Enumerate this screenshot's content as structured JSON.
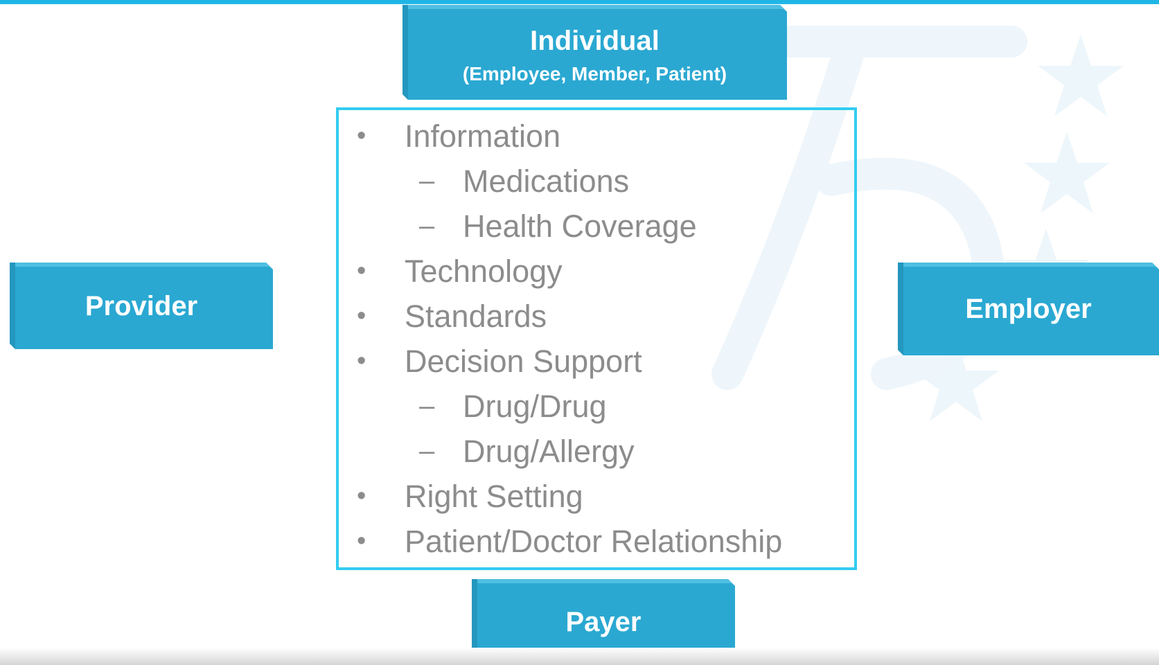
{
  "colors": {
    "block_fill": "#2aa8d2",
    "block_text": "#ffffff",
    "box_border": "#33ccf0",
    "list_text": "#8c8c8c",
    "top_rule": "#1fb6e6"
  },
  "top_block": {
    "title": "Individual",
    "subtitle": "(Employee, Member, Patient)"
  },
  "left_block": {
    "label": "Provider"
  },
  "right_block": {
    "label": "Employer"
  },
  "bottom_block": {
    "label": "Payer"
  },
  "list": {
    "bullet_marker": "•",
    "sub_marker": "–",
    "items": [
      {
        "level": 1,
        "text": "Information"
      },
      {
        "level": 2,
        "text": "Medications"
      },
      {
        "level": 2,
        "text": "Health Coverage"
      },
      {
        "level": 1,
        "text": "Technology"
      },
      {
        "level": 1,
        "text": "Standards"
      },
      {
        "level": 1,
        "text": "Decision Support"
      },
      {
        "level": 2,
        "text": "Drug/Drug"
      },
      {
        "level": 2,
        "text": "Drug/Allergy"
      },
      {
        "level": 1,
        "text": "Right Setting"
      },
      {
        "level": 1,
        "text": "Patient/Doctor Relationship"
      }
    ]
  }
}
